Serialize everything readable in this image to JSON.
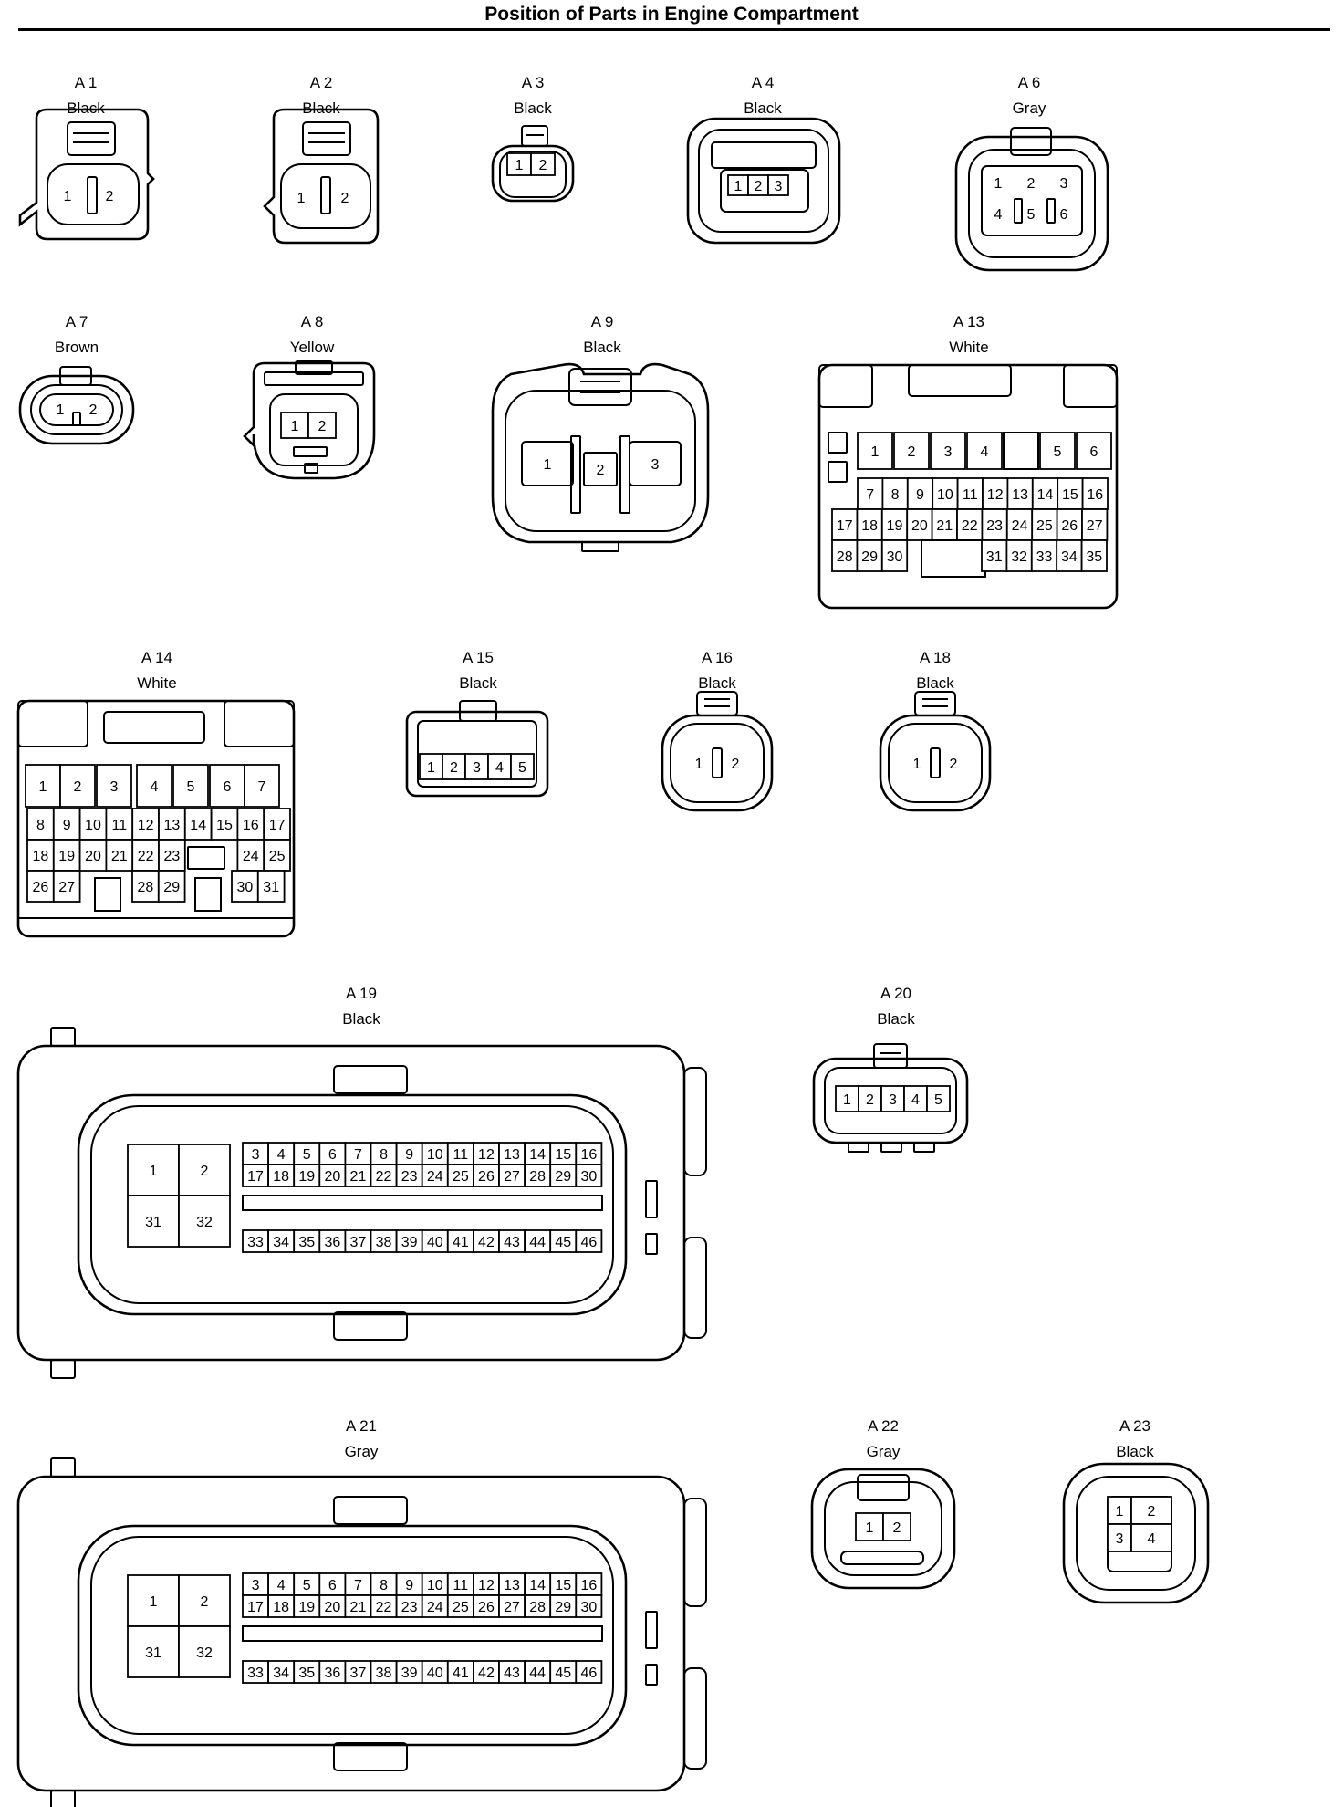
{
  "title": "Position of Parts in Engine Compartment",
  "connectors": [
    {
      "code": "A 1",
      "color": "Black",
      "pins": [
        "1",
        "2"
      ]
    },
    {
      "code": "A 2",
      "color": "Black",
      "pins": [
        "1",
        "2"
      ]
    },
    {
      "code": "A 3",
      "color": "Black",
      "pins": [
        "1",
        "2"
      ]
    },
    {
      "code": "A 4",
      "color": "Black",
      "pins": [
        "1",
        "2",
        "3"
      ]
    },
    {
      "code": "A 6",
      "color": "Gray",
      "pins": [
        "1",
        "2",
        "3",
        "4",
        "5",
        "6"
      ]
    },
    {
      "code": "A 7",
      "color": "Brown",
      "pins": [
        "1",
        "2"
      ]
    },
    {
      "code": "A 8",
      "color": "Yellow",
      "pins": [
        "1",
        "2"
      ]
    },
    {
      "code": "A 9",
      "color": "Black",
      "pins": [
        "1",
        "2",
        "3"
      ]
    },
    {
      "code": "A 13",
      "color": "White",
      "pins": [
        "1",
        "2",
        "3",
        "4",
        "5",
        "6",
        "7",
        "8",
        "9",
        "10",
        "11",
        "12",
        "13",
        "14",
        "15",
        "16",
        "17",
        "18",
        "19",
        "20",
        "21",
        "22",
        "23",
        "24",
        "25",
        "26",
        "27",
        "28",
        "29",
        "30",
        "31",
        "32",
        "33",
        "34",
        "35"
      ]
    },
    {
      "code": "A 14",
      "color": "White",
      "pins": [
        "1",
        "2",
        "3",
        "4",
        "5",
        "6",
        "7",
        "8",
        "9",
        "10",
        "11",
        "12",
        "13",
        "14",
        "15",
        "16",
        "17",
        "18",
        "19",
        "20",
        "21",
        "22",
        "23",
        "24",
        "25",
        "26",
        "27",
        "28",
        "29",
        "30",
        "31"
      ]
    },
    {
      "code": "A 15",
      "color": "Black",
      "pins": [
        "1",
        "2",
        "3",
        "4",
        "5"
      ]
    },
    {
      "code": "A 16",
      "color": "Black",
      "pins": [
        "1",
        "2"
      ]
    },
    {
      "code": "A 18",
      "color": "Black",
      "pins": [
        "1",
        "2"
      ]
    },
    {
      "code": "A 19",
      "color": "Black",
      "pins": [
        "1",
        "2",
        "31",
        "32",
        "3",
        "4",
        "5",
        "6",
        "7",
        "8",
        "9",
        "10",
        "11",
        "12",
        "13",
        "14",
        "15",
        "16",
        "17",
        "18",
        "19",
        "20",
        "21",
        "22",
        "23",
        "24",
        "25",
        "26",
        "27",
        "28",
        "29",
        "30",
        "33",
        "34",
        "35",
        "36",
        "37",
        "38",
        "39",
        "40",
        "41",
        "42",
        "43",
        "44",
        "45",
        "46"
      ]
    },
    {
      "code": "A 20",
      "color": "Black",
      "pins": [
        "1",
        "2",
        "3",
        "4",
        "5"
      ]
    },
    {
      "code": "A 21",
      "color": "Gray",
      "pins": [
        "1",
        "2",
        "31",
        "32",
        "3",
        "4",
        "5",
        "6",
        "7",
        "8",
        "9",
        "10",
        "11",
        "12",
        "13",
        "14",
        "15",
        "16",
        "17",
        "18",
        "19",
        "20",
        "21",
        "22",
        "23",
        "24",
        "25",
        "26",
        "27",
        "28",
        "29",
        "30",
        "33",
        "34",
        "35",
        "36",
        "37",
        "38",
        "39",
        "40",
        "41",
        "42",
        "43",
        "44",
        "45",
        "46"
      ]
    },
    {
      "code": "A 22",
      "color": "Gray",
      "pins": [
        "1",
        "2"
      ]
    },
    {
      "code": "A 23",
      "color": "Black",
      "pins": [
        "1",
        "2",
        "3",
        "4"
      ]
    }
  ]
}
